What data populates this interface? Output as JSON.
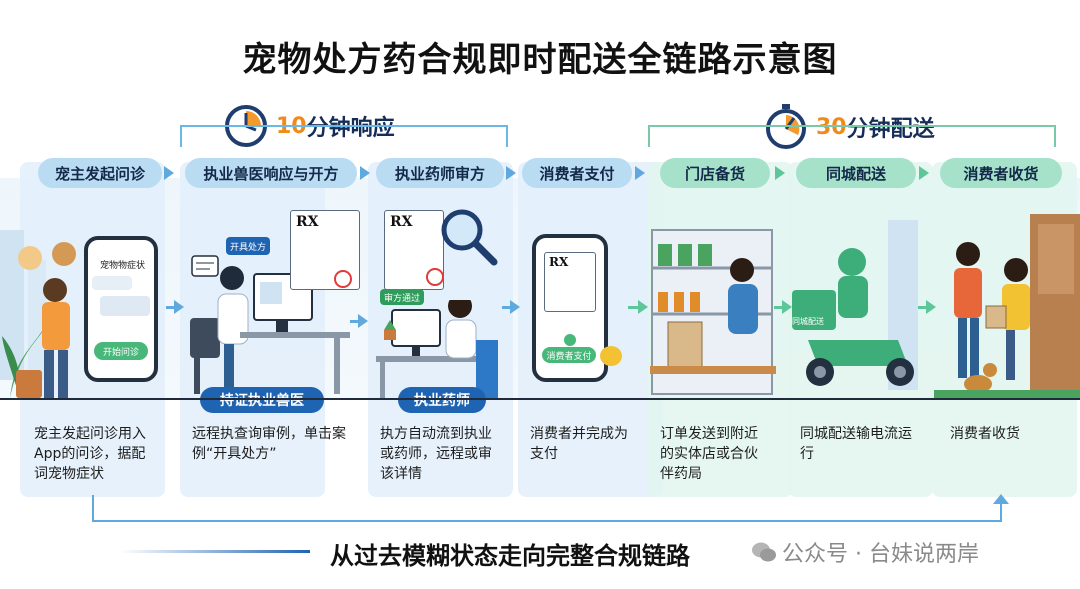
{
  "title": "宠物处方药合规即时配送全链路示意图",
  "timers": {
    "left": {
      "num": "10",
      "text": "分钟响应"
    },
    "right": {
      "num": "30",
      "text": "分钟配送"
    }
  },
  "steps": [
    {
      "label": "宠主发起问诊",
      "desc": "宠主发起问诊用入App的问诊，据配词宠物症状"
    },
    {
      "label": "执业兽医响应与开方",
      "desc": "远程执查询审例，单击案例“开具处方”"
    },
    {
      "label": "执业药师审方",
      "desc": "执方自动流到执业或药师，远程或审该详情"
    },
    {
      "label": "消费者支付",
      "desc": "消费者并完成为支付"
    },
    {
      "label": "门店备货",
      "desc": "订单发送到附近的实体店或合伙伴药局"
    },
    {
      "label": "同城配送",
      "desc": "同城配送输电流运行"
    },
    {
      "label": "消费者收货",
      "desc": "消费者收货"
    }
  ],
  "roles": {
    "vet": "持证执业兽医",
    "pharmacist": "执业药师"
  },
  "scene": {
    "phone_title": "宠物物症状",
    "phone_button": "开始问诊",
    "prescribe_tag": "开具处方",
    "rx": "RX",
    "approved_tag": "审方通过",
    "pay_button": "消费者支付",
    "scooter_label": "同城配送"
  },
  "footer": {
    "text": "从过去模糊状态走向完整合规链路",
    "watermark": "公众号 · 台妹说两岸"
  },
  "colors": {
    "blue_step": "#b9dcf3",
    "green_step": "#a6e2c9",
    "role_badge": "#1f64b3",
    "accent_orange": "#f08a1c"
  }
}
